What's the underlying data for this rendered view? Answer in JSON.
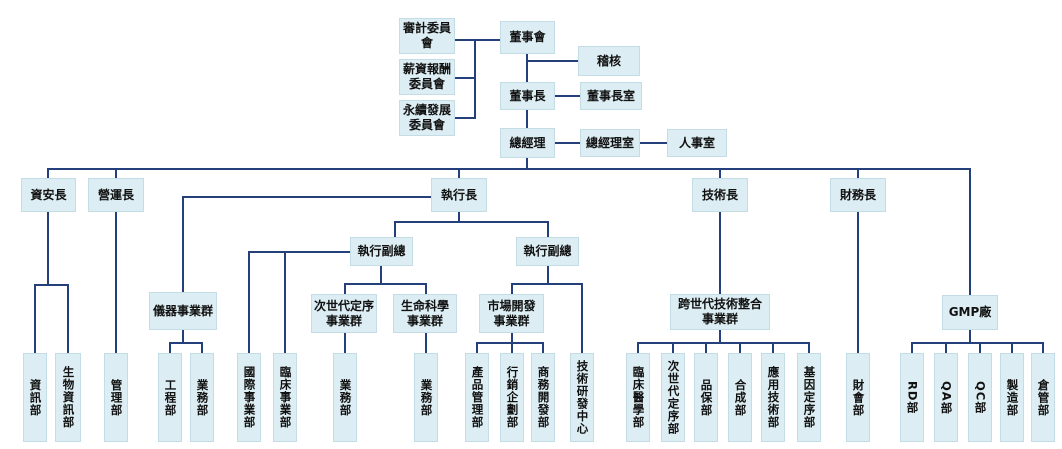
{
  "colors": {
    "box_fill": "#dcedf3",
    "box_border": "#c3dce6",
    "line": "#23407a",
    "text": "#111111"
  },
  "top": {
    "audit": "審計委員會",
    "salary": "薪資報酬委員會",
    "sustain": "永續發展委員會",
    "board": "董事會",
    "inspect": "稽核",
    "chairman": "董事長",
    "chairman_office": "董事長室",
    "gm": "總經理",
    "gm_office": "總經理室",
    "hr": "人事室"
  },
  "chiefs": {
    "ciso": "資安長",
    "coo": "營運長",
    "ceo": "執行長",
    "cto": "技術長",
    "cfo": "財務長",
    "gmp": "GMP廠"
  },
  "vps": {
    "vp1": "執行副總",
    "vp2": "執行副總"
  },
  "groups": {
    "instrument": "儀器事業群",
    "ngs": "次世代定序事業群",
    "life": "生命科學事業群",
    "market": "市場開發事業群",
    "cross": "跨世代技術整合事業群"
  },
  "departments": {
    "it": "資訊部",
    "bioinfo": "生物資訊部",
    "mgmt": "管理部",
    "eng": "工程部",
    "biz1": "業務部",
    "intl": "國際事業部",
    "clinical": "臨床事業部",
    "biz2": "業務部",
    "biz3": "業務部",
    "product": "產品管理部",
    "marketing": "行銷企劃部",
    "bizdev": "商務開發部",
    "rd_center": "技術研發中心",
    "clin_med": "臨床醫學部",
    "ngs_dept": "次世代定序部",
    "qa_dept": "品保部",
    "synth": "合成部",
    "app_tech": "應用技術部",
    "genome": "基因定序部",
    "finance": "財會部",
    "rd": "RD部",
    "qa": "QA部",
    "qc": "QC部",
    "manufacture": "製造部",
    "warehouse": "倉管部"
  }
}
